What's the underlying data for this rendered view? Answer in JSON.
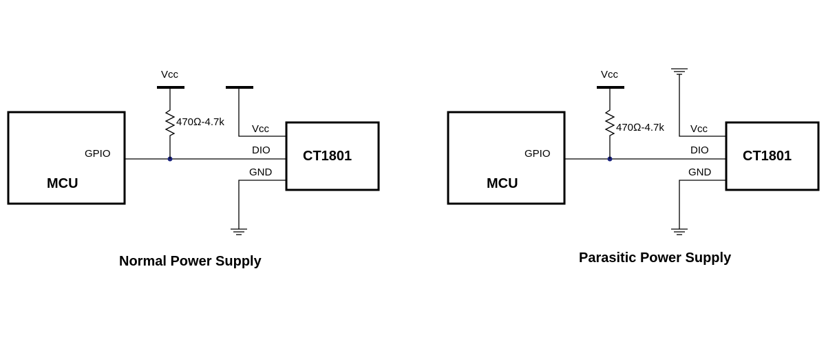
{
  "normal": {
    "caption": "Normal Power Supply",
    "mcu_label": "MCU",
    "chip_label": "CT1801",
    "gpio_label": "GPIO",
    "vcc_supply_label": "Vcc",
    "resistor_label": "470Ω-4.7k",
    "vcc_pin_label": "Vcc",
    "dio_pin_label": "DIO",
    "gnd_pin_label": "GND"
  },
  "parasitic": {
    "caption": "Parasitic Power Supply",
    "mcu_label": "MCU",
    "chip_label": "CT1801",
    "gpio_label": "GPIO",
    "vcc_supply_label": "Vcc",
    "resistor_label": "470Ω-4.7k",
    "vcc_pin_label": "Vcc",
    "dio_pin_label": "DIO",
    "gnd_pin_label": "GND"
  },
  "colors": {
    "junction": "#1a237e",
    "line": "#000000"
  }
}
